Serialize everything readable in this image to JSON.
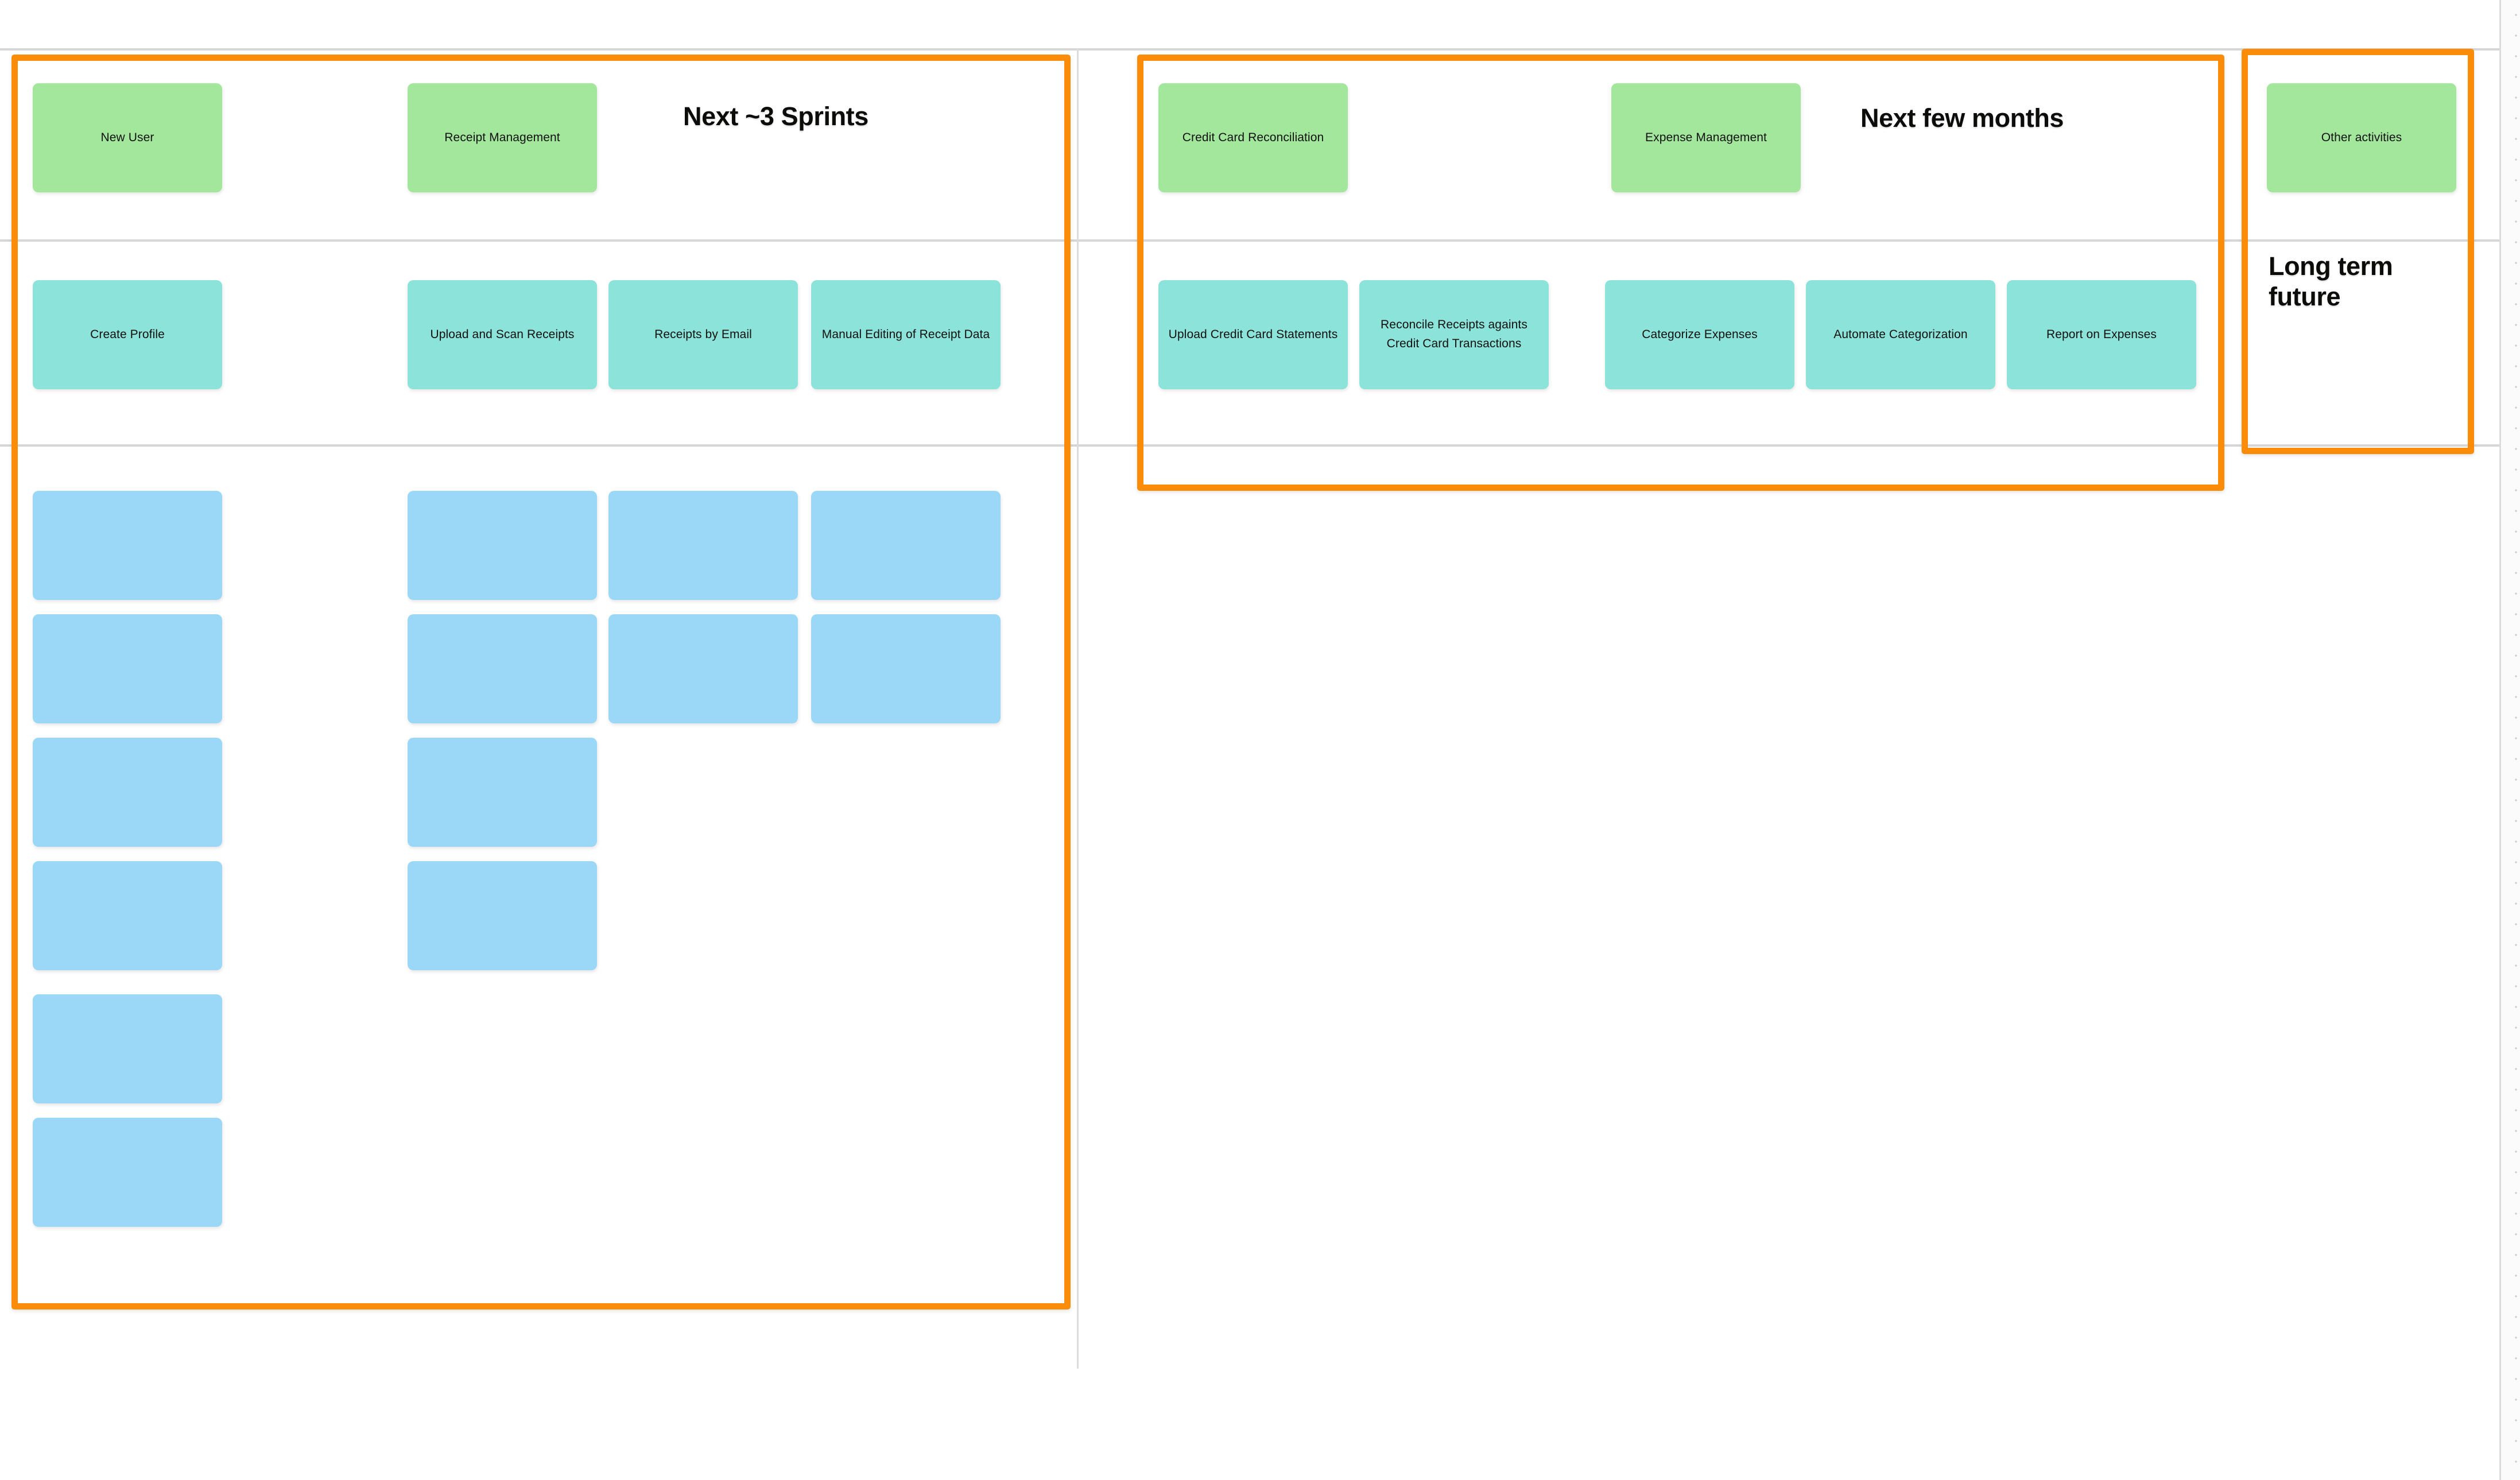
{
  "board": {
    "canvas_background": "#ffffff",
    "frame_border_color": "#FB8C0A",
    "divider_color": "#d6d6d6",
    "colors": {
      "epic_card": "#A2E79C",
      "activity_card": "#8CE3DA",
      "empty_story_card": "#9BD8F8"
    }
  },
  "frames": {
    "next_sprints": {
      "heading": "Next ~3 Sprints"
    },
    "next_months": {
      "heading": "Next few months"
    },
    "long_term": {
      "heading": "Long term future"
    }
  },
  "epics": [
    {
      "label": "New User"
    },
    {
      "label": "Receipt Management"
    },
    {
      "label": "Credit Card Reconciliation"
    },
    {
      "label": "Expense Management"
    },
    {
      "label": "Other activities"
    }
  ],
  "activities": [
    {
      "label": "Create Profile"
    },
    {
      "label": "Upload and Scan Receipts"
    },
    {
      "label": "Receipts by Email"
    },
    {
      "label": "Manual Editing of Receipt Data"
    },
    {
      "label": "Upload Credit Card Statements"
    },
    {
      "label": "Reconcile Receipts againts Credit Card Transactions"
    },
    {
      "label": "Categorize Expenses"
    },
    {
      "label": "Automate Categorization"
    },
    {
      "label": "Report on Expenses"
    }
  ],
  "story_placeholders": [
    {
      "label": ""
    },
    {
      "label": ""
    },
    {
      "label": ""
    },
    {
      "label": ""
    },
    {
      "label": ""
    },
    {
      "label": ""
    },
    {
      "label": ""
    },
    {
      "label": ""
    },
    {
      "label": ""
    },
    {
      "label": ""
    },
    {
      "label": ""
    },
    {
      "label": ""
    },
    {
      "label": ""
    },
    {
      "label": ""
    }
  ]
}
